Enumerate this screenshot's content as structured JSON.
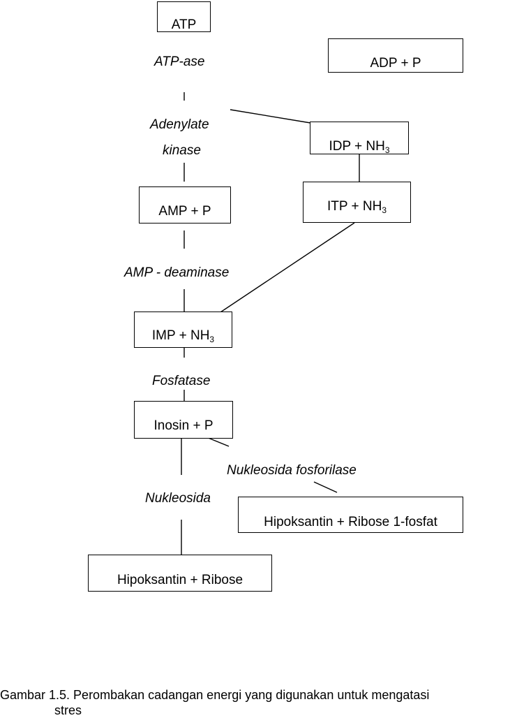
{
  "diagram": {
    "boxes": {
      "atp": {
        "text": "ATP"
      },
      "adp": {
        "text": "ADP + P"
      },
      "idp": {
        "main": "IDP + NH",
        "sub": "3"
      },
      "itp": {
        "main": "ITP + NH",
        "sub": "3"
      },
      "amp": {
        "text": "AMP + P"
      },
      "imp": {
        "main": "IMP + NH",
        "sub": "3"
      },
      "inosin": {
        "text": "Inosin + P"
      },
      "hipoksantin_ribose1": {
        "text": "Hipoksantin + Ribose 1-fosfat"
      },
      "hipoksantin_ribose": {
        "text": "Hipoksantin + Ribose"
      }
    },
    "enzymes": {
      "atpase": "ATP-ase",
      "adenylate": "Adenylate",
      "kinase": "kinase",
      "amp_deaminase": "AMP - deaminase",
      "fosfatase": "Fosfatase",
      "nukleosida_fosforilase": "Nukleosida fosforilase",
      "nukleosida": "Nukleosida"
    }
  },
  "caption": {
    "line1": "Gambar 1.5.  Perombakan cadangan energi yang digunakan untuk mengatasi",
    "line2": "stres"
  }
}
